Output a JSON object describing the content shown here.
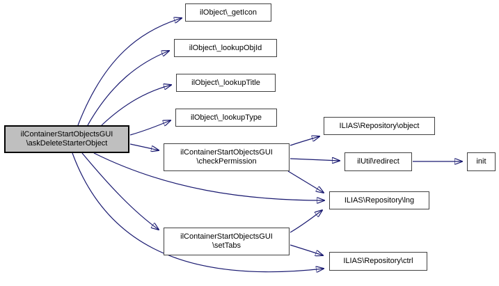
{
  "diagram": {
    "kind": "call-graph",
    "colors": {
      "background": "#ffffff",
      "edge": "#191970",
      "node_fill": "#ffffff",
      "node_border": "#404040",
      "highlight_node_fill": "#bfbfbf",
      "text": "#000000"
    }
  },
  "nodes": [
    {
      "id": "askDeleteStarterObject",
      "label": "ilContainerStartObjectsGUI\n\\askDeleteStarterObject",
      "highlighted": true
    },
    {
      "id": "getIcon",
      "label": "ilObject\\_getIcon",
      "highlighted": false
    },
    {
      "id": "lookupObjId",
      "label": "ilObject\\_lookupObjId",
      "highlighted": false
    },
    {
      "id": "lookupTitle",
      "label": "ilObject\\_lookupTitle",
      "highlighted": false
    },
    {
      "id": "lookupType",
      "label": "ilObject\\_lookupType",
      "highlighted": false
    },
    {
      "id": "checkPermission",
      "label": "ilContainerStartObjectsGUI\n\\checkPermission",
      "highlighted": false
    },
    {
      "id": "repositoryObject",
      "label": "ILIAS\\Repository\\object",
      "highlighted": false
    },
    {
      "id": "redirect",
      "label": "ilUtil\\redirect",
      "highlighted": false
    },
    {
      "id": "init",
      "label": "init",
      "highlighted": false
    },
    {
      "id": "repositoryLng",
      "label": "ILIAS\\Repository\\lng",
      "highlighted": false
    },
    {
      "id": "setTabs",
      "label": "ilContainerStartObjectsGUI\n\\setTabs",
      "highlighted": false
    },
    {
      "id": "repositoryCtrl",
      "label": "ILIAS\\Repository\\ctrl",
      "highlighted": false
    }
  ],
  "edges": [
    {
      "from": "askDeleteStarterObject",
      "to": "getIcon"
    },
    {
      "from": "askDeleteStarterObject",
      "to": "lookupObjId"
    },
    {
      "from": "askDeleteStarterObject",
      "to": "lookupTitle"
    },
    {
      "from": "askDeleteStarterObject",
      "to": "lookupType"
    },
    {
      "from": "askDeleteStarterObject",
      "to": "checkPermission"
    },
    {
      "from": "askDeleteStarterObject",
      "to": "repositoryLng"
    },
    {
      "from": "askDeleteStarterObject",
      "to": "setTabs"
    },
    {
      "from": "askDeleteStarterObject",
      "to": "repositoryCtrl"
    },
    {
      "from": "checkPermission",
      "to": "repositoryObject"
    },
    {
      "from": "checkPermission",
      "to": "redirect"
    },
    {
      "from": "checkPermission",
      "to": "repositoryLng"
    },
    {
      "from": "redirect",
      "to": "init"
    },
    {
      "from": "setTabs",
      "to": "repositoryLng"
    },
    {
      "from": "setTabs",
      "to": "repositoryCtrl"
    }
  ]
}
